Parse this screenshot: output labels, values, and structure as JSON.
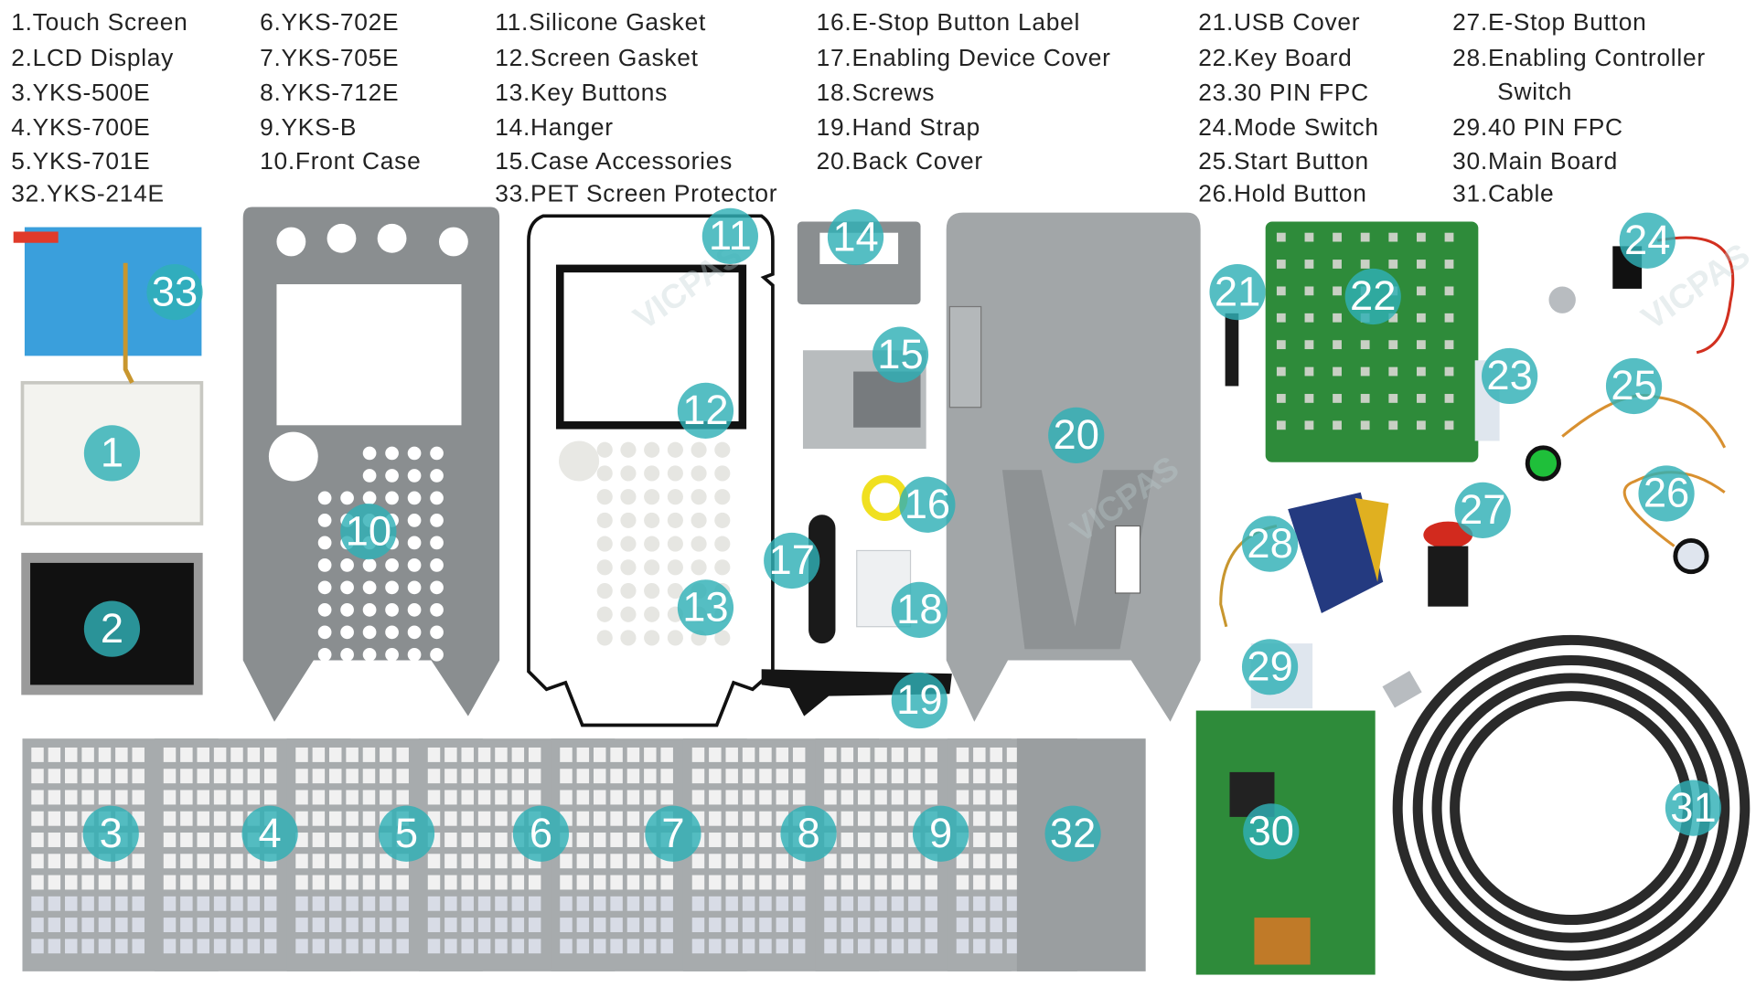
{
  "legend": [
    "1.Touch Screen",
    "2.LCD Display",
    "3.YKS-500E",
    "4.YKS-700E",
    "5.YKS-701E",
    "32.YKS-214E",
    "6.YKS-702E",
    "7.YKS-705E",
    "8.YKS-712E",
    "9.YKS-B",
    "10.Front Case",
    "11.Silicone Gasket",
    "12.Screen Gasket",
    "13.Key Buttons",
    "14.Hanger",
    "15.Case Accessories",
    "33.PET Screen Protector",
    "16.E-Stop Button Label",
    "17.Enabling Device Cover",
    "18.Screws",
    "19.Hand Strap",
    "20.Back Cover",
    "21.USB Cover",
    "22.Key Board",
    "23.30 PIN FPC",
    "24.Mode Switch",
    "25.Start Button",
    "26.Hold Button",
    "27.E-Stop Button",
    "28.Enabling Controller",
    "Switch",
    "29.40 PIN FPC",
    "30.Main Board",
    "31.Cable"
  ],
  "badges": [
    "33",
    "1",
    "2",
    "10",
    "11",
    "12",
    "13",
    "14",
    "15",
    "16",
    "17",
    "18",
    "19",
    "20",
    "21",
    "22",
    "23",
    "24",
    "25",
    "26",
    "27",
    "28",
    "29",
    "30",
    "31",
    "3",
    "4",
    "5",
    "6",
    "7",
    "8",
    "9",
    "32"
  ],
  "watermark": "VICPAS",
  "colors": {
    "badge": "#30b0b6",
    "case": "#8a8e90",
    "pcb": "#2e8b3a"
  }
}
